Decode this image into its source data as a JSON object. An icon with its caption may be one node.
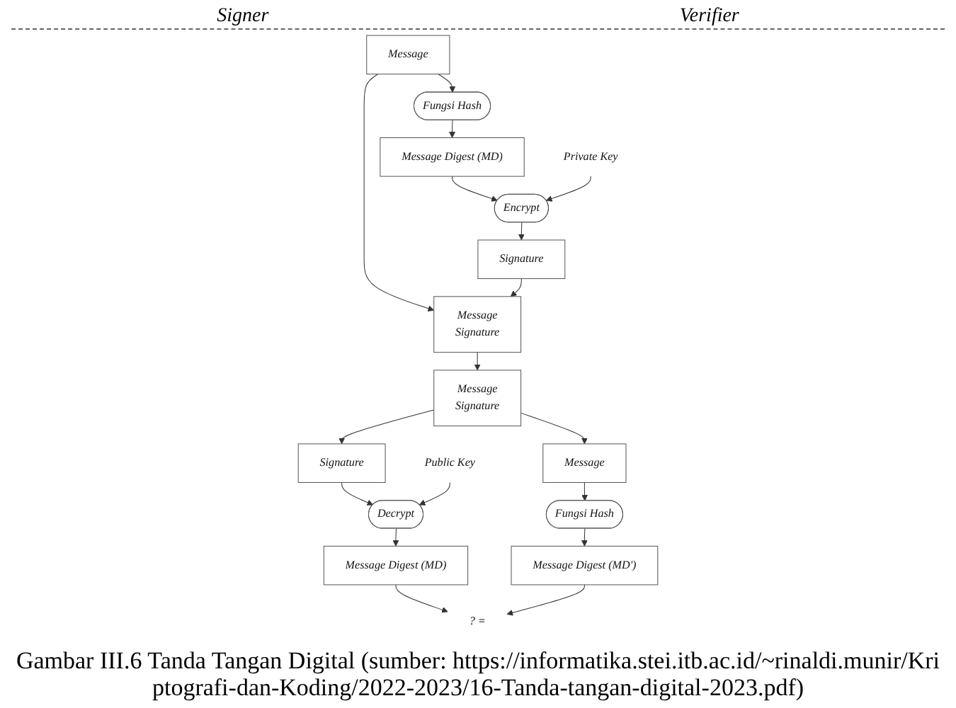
{
  "diagram": {
    "caption": "Gambar III.6 Tanda Tangan Digital (sumber: https://informatika.stei.itb.ac.id/~rinaldi.munir/Kriptografi-dan-Koding/2022-2023/16-Tanda-tangan-digital-2023.pdf)",
    "nodes": [
      {
        "text": [
          "Message"
        ]
      },
      {
        "text": [
          "Fungsi Hash"
        ]
      },
      {
        "text": [
          "Message Digest (MD)"
        ]
      },
      {
        "text": [
          "Private Key"
        ]
      },
      {
        "text": [
          "Encrypt"
        ]
      },
      {
        "text": [
          "Signature"
        ]
      },
      {
        "text": [
          "Message",
          "Signature"
        ]
      },
      {
        "text": [
          "Message",
          "Signature"
        ]
      },
      {
        "text": [
          "Message"
        ]
      },
      {
        "text": [
          "Signature"
        ]
      },
      {
        "text": [
          "Fungsi Hash"
        ]
      },
      {
        "text": [
          "Public Key"
        ]
      },
      {
        "text": [
          "Decrypt"
        ]
      },
      {
        "text": [
          "Message Digest (MD)"
        ]
      },
      {
        "text": [
          "? ="
        ]
      },
      {
        "text": [
          "Message Digest (MD')"
        ]
      }
    ],
    "edges": [
      {
        "from": 0,
        "to": 6,
        "arrow": "to"
      },
      {
        "from": 0,
        "to": 1,
        "arrow": "to"
      },
      {
        "from": 1,
        "to": 2,
        "arrow": "to"
      },
      {
        "from": 2,
        "to": 4,
        "arrow": "to"
      },
      {
        "from": 3,
        "to": 4,
        "arrow": "to"
      },
      {
        "from": 4,
        "to": 5,
        "arrow": "to"
      },
      {
        "from": 5,
        "to": 6,
        "arrow": "to"
      },
      {
        "from": 6,
        "to": 7,
        "arrow": "to"
      },
      {
        "from": 7,
        "to": 8,
        "arrow": "to"
      },
      {
        "from": 7,
        "to": 9,
        "arrow": "to"
      },
      {
        "from": 9,
        "to": 12,
        "arrow": "to"
      },
      {
        "from": 11,
        "to": 12,
        "arrow": "to"
      },
      {
        "from": 12,
        "to": 13,
        "arrow": "to"
      },
      {
        "from": 8,
        "to": 10,
        "arrow": "to"
      },
      {
        "from": 10,
        "to": 15,
        "arrow": "to"
      },
      {
        "from": 13,
        "to": 14,
        "arrow": "to"
      },
      {
        "from": 15,
        "to": 14,
        "arrow": "to"
      }
    ],
    "labels": [
      "Signer",
      "Verifier"
    ]
  }
}
